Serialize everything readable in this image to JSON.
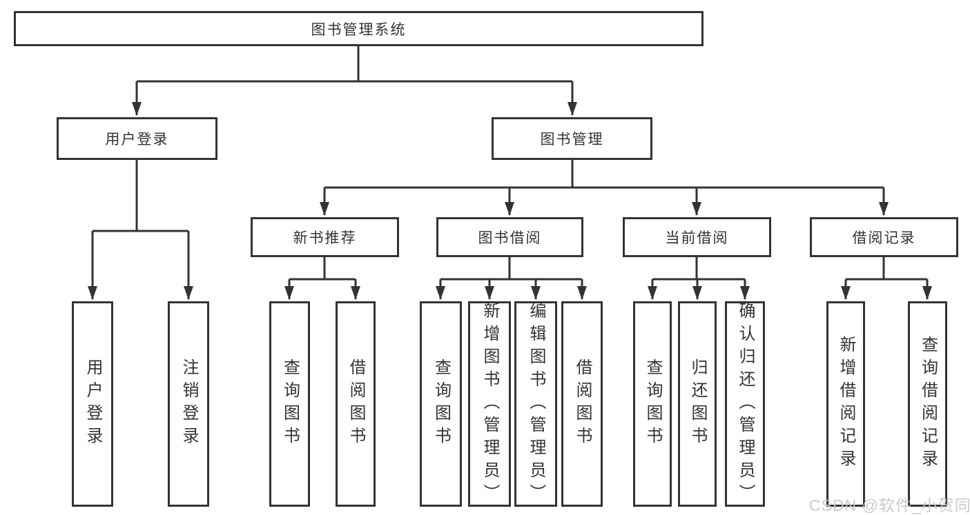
{
  "tree": {
    "root": {
      "label": "图书管理系统"
    },
    "user_login": {
      "label": "用户登录",
      "children": [
        "用户登录",
        "注销登录"
      ]
    },
    "book_management": {
      "label": "图书管理",
      "new_books": {
        "label": "新书推荐",
        "children": [
          "查询图书",
          "借阅图书"
        ]
      },
      "book_borrowing": {
        "label": "图书借阅",
        "children": [
          "查询图书",
          "新增图书（管理员）",
          "编辑图书（管理员）",
          "借阅图书"
        ]
      },
      "current_borrowing": {
        "label": "当前借阅",
        "children": [
          "查询图书",
          "归还图书",
          "确认归还（管理员）"
        ]
      },
      "borrowing_records": {
        "label": "借阅记录",
        "children": [
          "新增借阅记录",
          "查询借阅记录"
        ]
      }
    }
  },
  "watermark": "CSDN @软件_小贺同学",
  "colors": {
    "line": "#333333",
    "box_background": "#ffffff",
    "text": "#333333",
    "watermark": "#c7c7c7"
  }
}
